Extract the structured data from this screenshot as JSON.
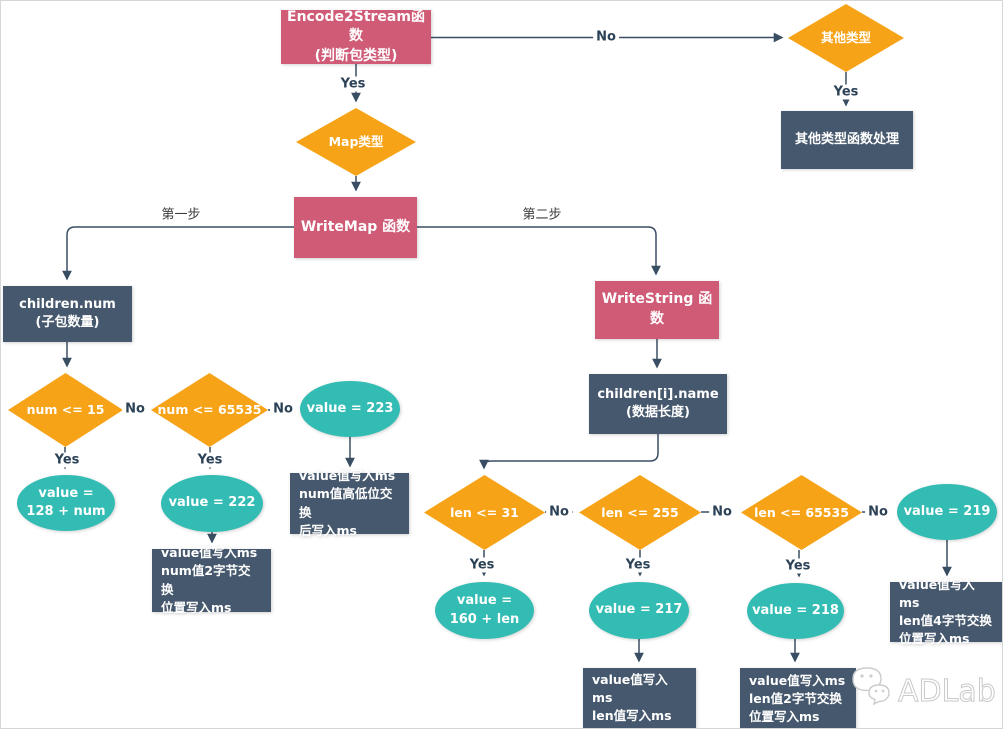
{
  "colors": {
    "process": "#cf5b76",
    "decision": "#f7a318",
    "result": "#33bcb3",
    "action": "#46586d",
    "connector": "#3a4e63",
    "edge_label": "#2c4257"
  },
  "nodes": {
    "encode2stream": {
      "label": "Encode2Stream函数\n(判断包类型)"
    },
    "other_type": {
      "label": "其他类型"
    },
    "other_type_handler": {
      "label": "其他类型函数处理"
    },
    "map_type": {
      "label": "Map类型"
    },
    "writemap": {
      "label": "WriteMap 函数"
    },
    "children_num": {
      "label": "children.num\n(子包数量)"
    },
    "num_le_15": {
      "label": "num <= 15"
    },
    "num_le_65535": {
      "label": "num <= 65535"
    },
    "value_223": {
      "label": "value = 223"
    },
    "value_128_num": {
      "label": "value =\n128 + num"
    },
    "value_222": {
      "label": "value = 222"
    },
    "write_num_2byte": {
      "label": "value值写入ms\nnum值2字节交换\n位置写入ms"
    },
    "write_num_swap": {
      "label": "value值写入ms\nnum值高低位交换\n后写入ms"
    },
    "writestring": {
      "label": "WriteString 函数"
    },
    "children_name": {
      "label": "children[i].name\n(数据长度)"
    },
    "len_le_31": {
      "label": "len <= 31"
    },
    "len_le_255": {
      "label": "len <= 255"
    },
    "len_le_65535": {
      "label": "len <= 65535"
    },
    "value_219": {
      "label": "value = 219"
    },
    "value_160_len": {
      "label": "value =\n160 + len"
    },
    "value_217": {
      "label": "value = 217"
    },
    "value_218": {
      "label": "value = 218"
    },
    "write_len": {
      "label": "value值写入ms\nlen值写入ms"
    },
    "write_len_2byte": {
      "label": "value值写入ms\nlen值2字节交换\n位置写入ms"
    },
    "write_len_4byte": {
      "label": "value值写入ms\nlen值4字节交换\n位置写入ms"
    }
  },
  "edge_labels": {
    "yes": "Yes",
    "no": "No",
    "step1": "第一步",
    "step2": "第二步"
  },
  "watermark": {
    "text": "ADLab"
  }
}
